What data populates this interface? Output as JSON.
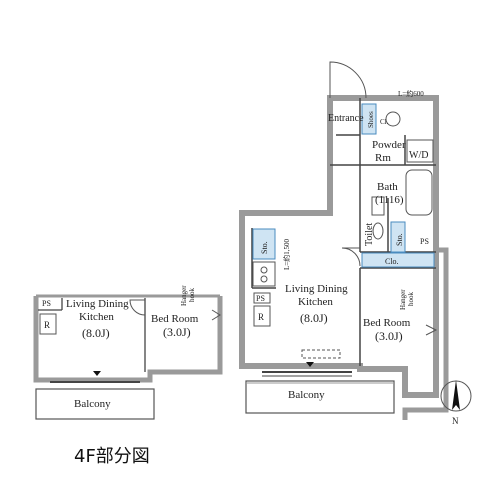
{
  "diagram": {
    "caption": "4F部分図",
    "north_label": "N",
    "main_unit": {
      "entrance": "Entrance",
      "shoes": "Shoes",
      "cl": "Cl.",
      "door_note": "L=約600",
      "powder_line1": "Powder",
      "powder_line2": "Rm",
      "wd": "W/D",
      "bath_line1": "Bath",
      "bath_line2": "(1116)",
      "toilet": "Toilet",
      "sto1": "Sto.",
      "sto2": "Sto.",
      "ps_top": "PS",
      "clo": "Clo.",
      "ldk_line1": "Living Dining",
      "ldk_line2": "Kitchen",
      "ldk_size": "(8.0J)",
      "l_note": "L=約1,500",
      "ps_kitchen": "PS",
      "r_mark": "R",
      "bed_line1": "Bed Room",
      "bed_size": "(3.0J)",
      "hanger_line1": "Hanger",
      "hanger_line2": "hook",
      "balcony": "Balcony"
    },
    "partial_unit": {
      "ps": "PS",
      "ldk_line1": "Living Dining",
      "ldk_line2": "Kitchen",
      "ldk_size": "(8.0J)",
      "r_mark": "R",
      "bed_line1": "Bed Room",
      "bed_size": "(3.0J)",
      "hanger_line1": "Hanger",
      "hanger_line2": "hook",
      "balcony": "Balcony"
    }
  }
}
